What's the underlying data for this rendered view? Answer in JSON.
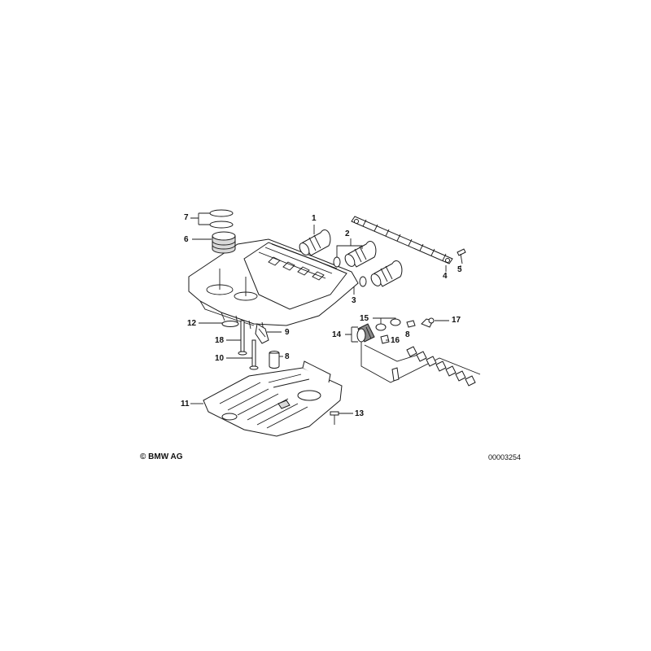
{
  "callouts": [
    {
      "id": "c1",
      "label": "1"
    },
    {
      "id": "c2",
      "label": "2"
    },
    {
      "id": "c3",
      "label": "3"
    },
    {
      "id": "c4",
      "label": "4"
    },
    {
      "id": "c5",
      "label": "5"
    },
    {
      "id": "c6",
      "label": "6"
    },
    {
      "id": "c7",
      "label": "7"
    },
    {
      "id": "c8a",
      "label": "8"
    },
    {
      "id": "c8b",
      "label": "8"
    },
    {
      "id": "c9",
      "label": "9"
    },
    {
      "id": "c10",
      "label": "10"
    },
    {
      "id": "c11",
      "label": "11"
    },
    {
      "id": "c12",
      "label": "12"
    },
    {
      "id": "c13",
      "label": "13"
    },
    {
      "id": "c14",
      "label": "14"
    },
    {
      "id": "c15",
      "label": "15"
    },
    {
      "id": "c16",
      "label": "16"
    },
    {
      "id": "c17",
      "label": "17"
    },
    {
      "id": "c18",
      "label": "18"
    }
  ],
  "footer": {
    "copyright": "© BMW AG",
    "figure_number": "00003254"
  }
}
